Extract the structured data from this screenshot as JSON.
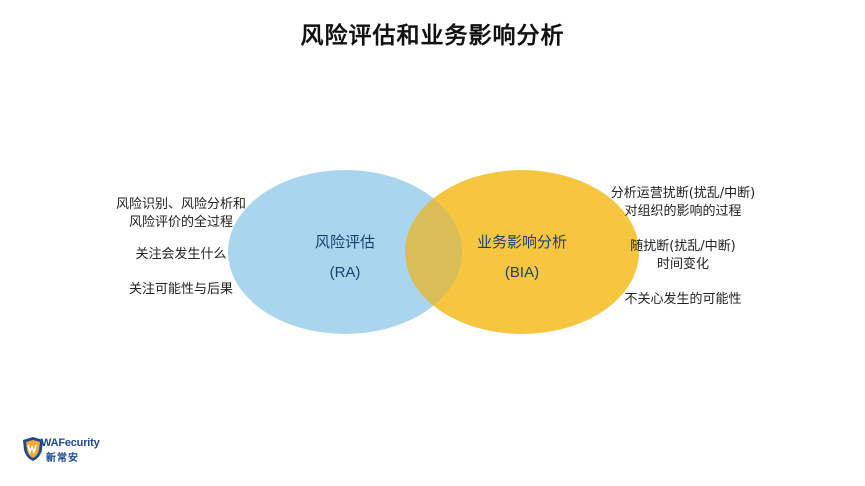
{
  "slide": {
    "title": "风险评估和业务影响分析"
  },
  "venn": {
    "left_circle": {
      "label": "风险评估",
      "abbr": "(RA)",
      "color": "#a9d6ee"
    },
    "right_circle": {
      "label": "业务影响分析",
      "abbr": "(BIA)",
      "color": "#f6c641"
    },
    "overlap_color": "#d9bd57"
  },
  "left_notes": [
    "风险识别、风险分析和",
    "风险评价的全过程",
    "关注会发生什么",
    "关注可能性与后果"
  ],
  "right_notes": [
    "分析运营扰断(扰乱/中断)",
    "对组织的影响的过程",
    "随扰断(扰乱/中断)",
    "时间变化",
    "不关心发生的可能性"
  ],
  "logo": {
    "wordmark": "WAFecurity",
    "chinese": "新常安"
  }
}
